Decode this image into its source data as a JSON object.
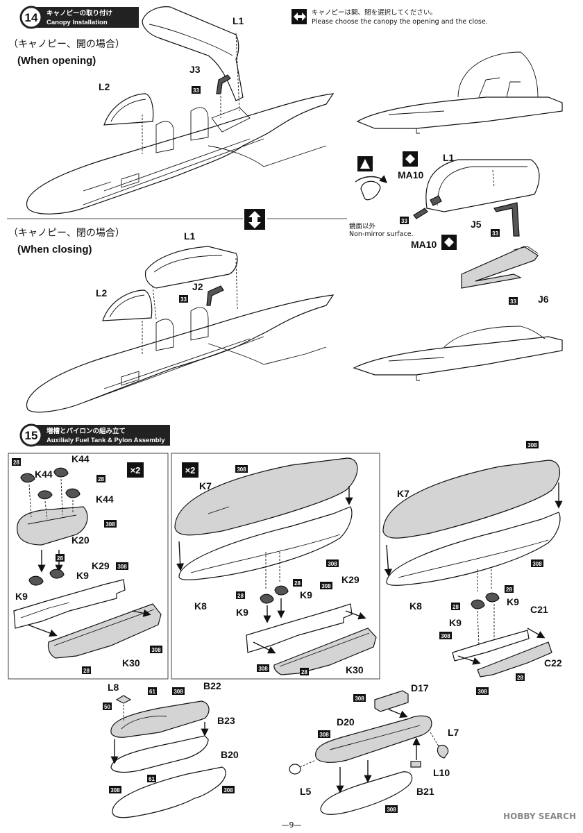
{
  "step14": {
    "number": "14",
    "title_jp": "キャノピーの取り付け",
    "title_en": "Canopy Installation",
    "choice_note_jp": "キャノピーは開、閉を選択してください。",
    "choice_note_en": "Please choose the canopy the opening and the close.",
    "open_jp": "（キャノピー、開の場合）",
    "open_en": "(When opening)",
    "close_jp": "（キャノピー、閉の場合）",
    "close_en": "(When closing)",
    "mirror_note_jp": "鏡面以外",
    "mirror_note_en": "Non-mirror surface."
  },
  "step15": {
    "number": "15",
    "title_jp": "増槽とパイロンの組み立て",
    "title_en": "Auxilialy Fuel Tank & Pylon Assembly",
    "multiplier": "×2"
  },
  "parts": {
    "L1": "L1",
    "L2": "L2",
    "J2": "J2",
    "J3": "J3",
    "J5": "J5",
    "J6": "J6",
    "MA10": "MA10",
    "K44": "K44",
    "K20": "K20",
    "K9": "K9",
    "K29": "K29",
    "K30": "K30",
    "K7": "K7",
    "K8": "K8",
    "C21": "C21",
    "C22": "C22",
    "L8": "L8",
    "B22": "B22",
    "B23": "B23",
    "B20": "B20",
    "D17": "D17",
    "D20": "D20",
    "L7": "L7",
    "L10": "L10",
    "L5": "L5",
    "B21": "B21"
  },
  "colors": {
    "c33": "33",
    "c28": "28",
    "c308": "308",
    "c61": "61",
    "c50": "50"
  },
  "footer": {
    "page": "—9—",
    "watermark": "HOBBY SEARCH"
  }
}
